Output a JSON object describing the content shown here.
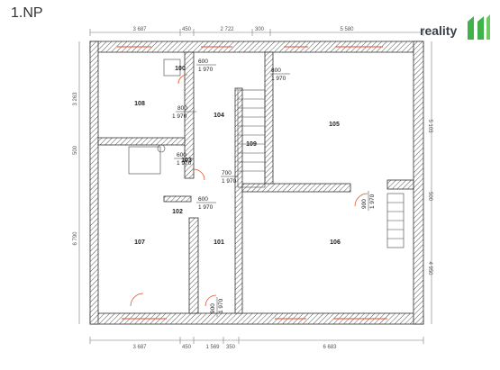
{
  "title": "1.NP",
  "brand": {
    "name": "reality",
    "accent": "#3fb34a",
    "text_color": "#3a3f48"
  },
  "colors": {
    "wall_fill": "url(#hatch)",
    "wall_stroke": "#333333",
    "door": "#e0502a",
    "window": "#e0502a",
    "dimension": "#777777"
  },
  "dimensions": {
    "top": [
      "3 687",
      "450",
      "2 722",
      "300",
      "5 580"
    ],
    "bottom": [
      "3 687",
      "450",
      "1 569",
      "350",
      "6 683"
    ],
    "left": [
      "3 263",
      "500",
      "6 790"
    ],
    "right": [
      "5 103",
      "500",
      "4 950"
    ]
  },
  "rooms": [
    {
      "id": "100",
      "label": "100"
    },
    {
      "id": "101",
      "label": "101"
    },
    {
      "id": "102",
      "label": "102"
    },
    {
      "id": "103",
      "label": "103"
    },
    {
      "id": "104",
      "label": "104"
    },
    {
      "id": "105",
      "label": "105"
    },
    {
      "id": "106",
      "label": "106"
    },
    {
      "id": "107",
      "label": "107"
    },
    {
      "id": "108",
      "label": "108"
    },
    {
      "id": "109",
      "label": "109"
    }
  ],
  "openings": [
    {
      "w": "600",
      "h": "1 970"
    },
    {
      "w": "800",
      "h": "1 970"
    },
    {
      "w": "800",
      "h": "1 970"
    },
    {
      "w": "600",
      "h": "1 970"
    },
    {
      "w": "700",
      "h": "1 970"
    },
    {
      "w": "600",
      "h": "1 970"
    },
    {
      "w": "900",
      "h": "1 970"
    },
    {
      "w": "900",
      "h": "1 970"
    }
  ]
}
